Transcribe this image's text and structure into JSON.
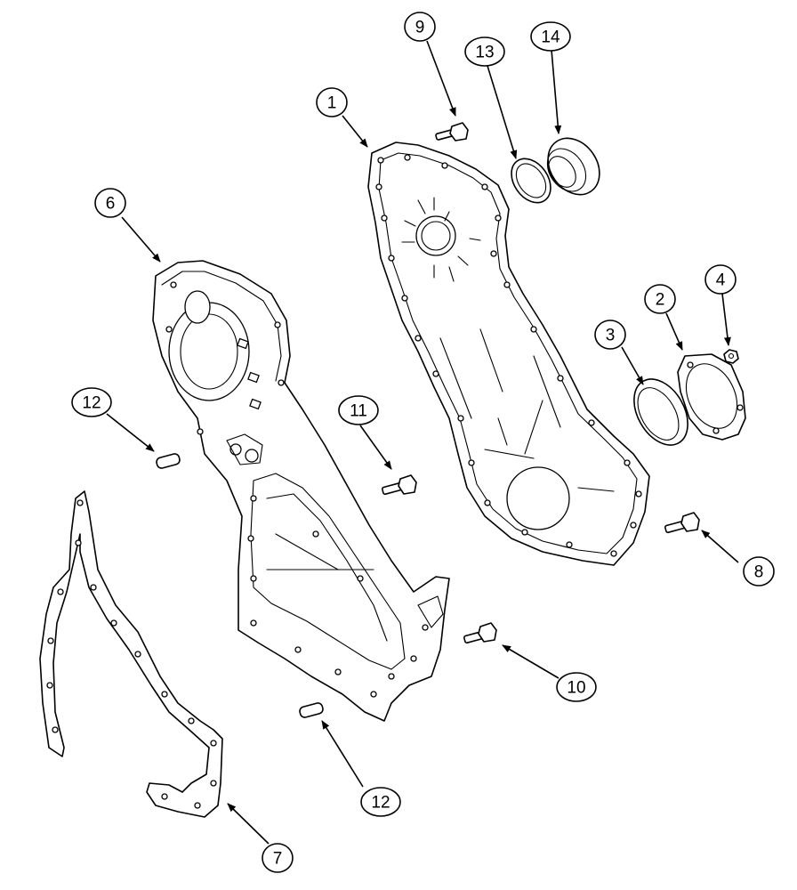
{
  "callouts": [
    {
      "id": "1",
      "label": "1"
    },
    {
      "id": "2",
      "label": "2"
    },
    {
      "id": "3",
      "label": "3"
    },
    {
      "id": "4",
      "label": "4"
    },
    {
      "id": "6",
      "label": "6"
    },
    {
      "id": "7",
      "label": "7"
    },
    {
      "id": "8",
      "label": "8"
    },
    {
      "id": "9",
      "label": "9"
    },
    {
      "id": "10",
      "label": "10"
    },
    {
      "id": "11",
      "label": "11"
    },
    {
      "id": "12a",
      "label": "12"
    },
    {
      "id": "12b",
      "label": "12"
    },
    {
      "id": "13",
      "label": "13"
    },
    {
      "id": "14",
      "label": "14"
    }
  ]
}
